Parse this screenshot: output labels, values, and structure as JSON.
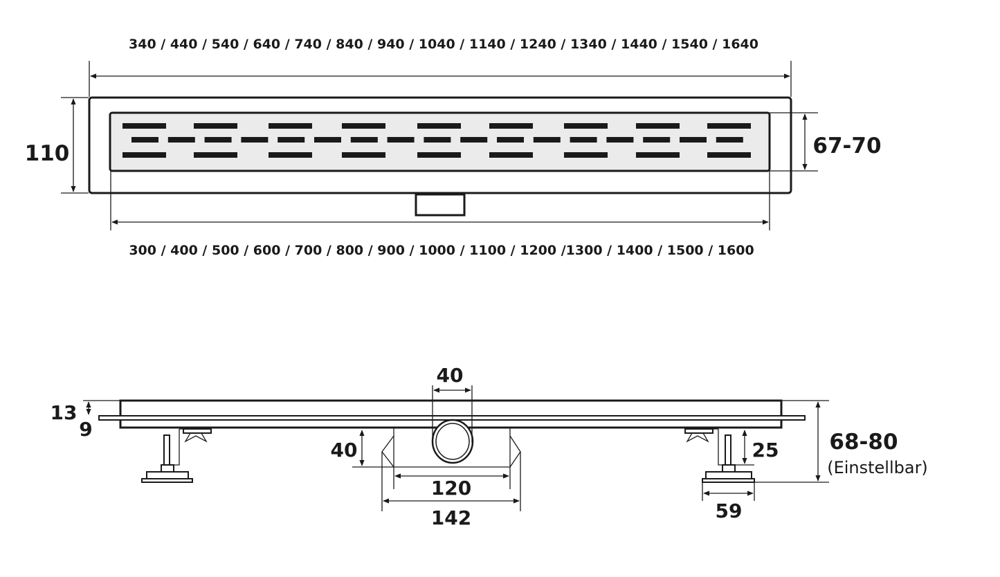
{
  "top_view": {
    "outer_lengths": "340 / 440 / 540 / 640 / 740 / 840 / 940 / 1040 / 1140 / 1240 / 1340 / 1440 / 1540 / 1640",
    "inner_lengths": "300 / 400 / 500 / 600 / 700 / 800 / 900 / 1000 / 1100 / 1200 /1300 / 1400 / 1500 / 1600",
    "width": "110",
    "grate_width": "67-70"
  },
  "side_view": {
    "outlet_diameter": "40",
    "frame_height": "13",
    "flange_height": "9",
    "outlet_height": "40",
    "body_width": "120",
    "body_total_width": "142",
    "foot_height": "25",
    "foot_width": "59",
    "total_height": "68-80",
    "adjustable_note": "(Einstellbar)"
  }
}
